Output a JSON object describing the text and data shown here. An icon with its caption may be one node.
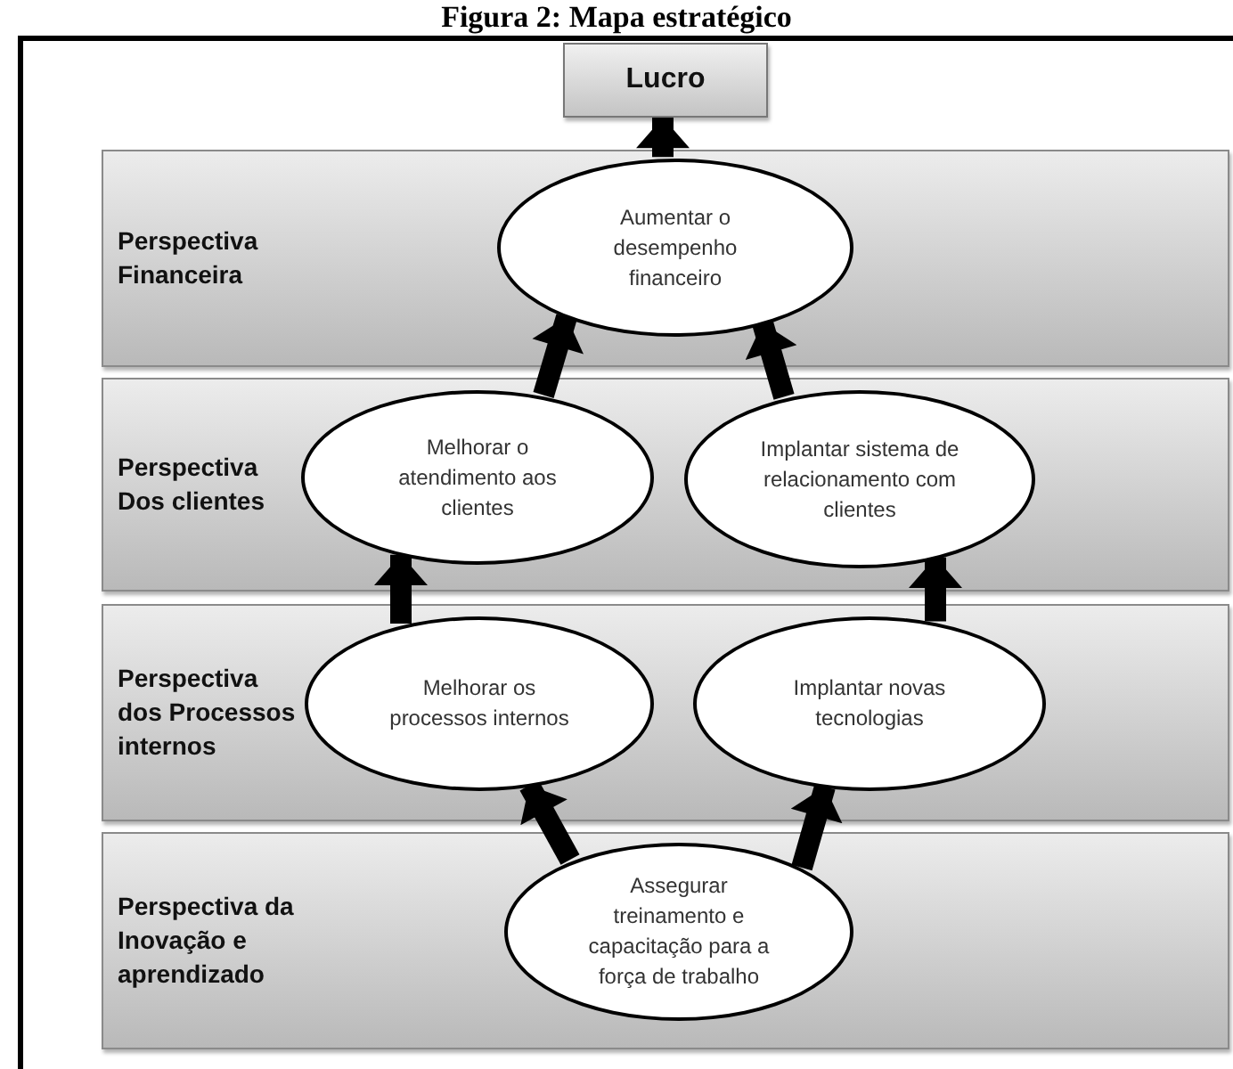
{
  "diagram": {
    "title": "Figura 2: Mapa estratégico",
    "nodes": [
      {
        "text": [
          "Lucro"
        ]
      },
      {
        "text": [
          "Perspectiva Financeira"
        ]
      },
      {
        "text": [
          "Aumentar o desempenho financeiro"
        ],
        "in": 1
      },
      {
        "text": [
          "Perspectiva Dos clientes"
        ]
      },
      {
        "text": [
          "Melhorar o atendimento aos clientes"
        ],
        "in": 3
      },
      {
        "text": [
          "Implantar sistema de relacionamento com clientes"
        ],
        "in": 3
      },
      {
        "text": [
          "Perspectiva dos Processos internos"
        ]
      },
      {
        "text": [
          "Melhorar os processos internos"
        ],
        "in": 6
      },
      {
        "text": [
          "Implantar novas tecnologias"
        ],
        "in": 6
      },
      {
        "text": [
          "Perspectiva da Inovação e aprendizado"
        ]
      },
      {
        "text": [
          "Assegurar treinamento e capacitação para a força de trabalho"
        ],
        "in": 9
      }
    ],
    "edges": [
      {
        "from": 2,
        "to": 0,
        "arrow": "to"
      },
      {
        "from": 4,
        "to": 2,
        "arrow": "to"
      },
      {
        "from": 5,
        "to": 2,
        "arrow": "to"
      },
      {
        "from": 7,
        "to": 4,
        "arrow": "to"
      },
      {
        "from": 8,
        "to": 5,
        "arrow": "to"
      },
      {
        "from": 10,
        "to": 7,
        "arrow": "to"
      },
      {
        "from": 10,
        "to": 8,
        "arrow": "to"
      }
    ]
  }
}
